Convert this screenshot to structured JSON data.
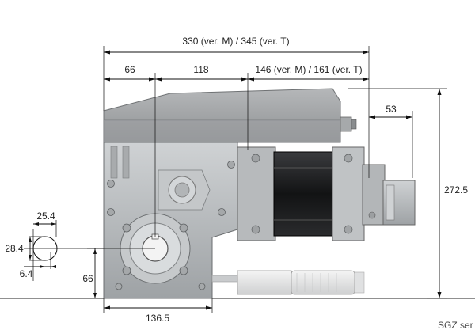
{
  "dimensions": {
    "overall_length": "330 (ver. M) / 345 (ver. T)",
    "seg_left": "66",
    "seg_mid": "118",
    "seg_right": "146 (ver. M) / 161 (ver. T)",
    "offset_right": "53",
    "height": "272.5",
    "shaft_offset_x": "25.4",
    "shaft_height": "28.4",
    "keyway": "6.4",
    "shaft_center_height": "66",
    "base_width": "136.5"
  },
  "corner_label": "SGZ ser",
  "colors": {
    "housing": "#b9bcbe",
    "housing_dark": "#8e9295",
    "motor": "#1b1c1e",
    "cover": "#a7a9ab",
    "line": "#111111"
  }
}
